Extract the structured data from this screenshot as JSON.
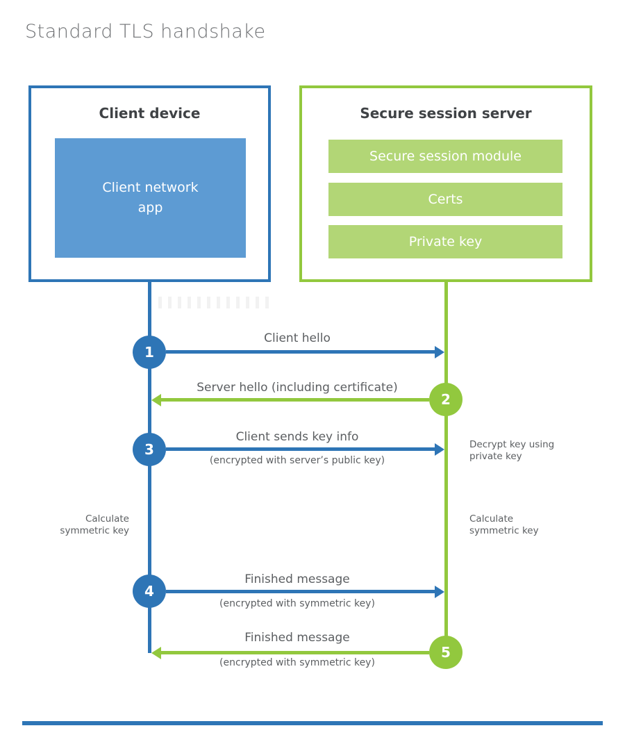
{
  "page": {
    "title": "Standard TLS handshake"
  },
  "colors": {
    "blue": "#2e75b6",
    "blue-fill": "#5d9bd3",
    "green": "#92c83e",
    "green-fill": "#b2d676",
    "text-dark": "#3f4245",
    "text-gray": "#5b5e61",
    "title-gray": "#6e7073"
  },
  "client": {
    "title": "Client device",
    "app": "Client network\napp"
  },
  "server": {
    "title": "Secure session server",
    "modules": [
      "Secure session module",
      "Certs",
      "Private key"
    ]
  },
  "steps": [
    {
      "num": "1",
      "label": "Client hello",
      "sub": "",
      "direction": "right",
      "color": "blue"
    },
    {
      "num": "2",
      "label": "Server hello (including certificate)",
      "sub": "",
      "direction": "left",
      "color": "green"
    },
    {
      "num": "3",
      "label": "Client sends key info",
      "sub": "(encrypted with server’s public key)",
      "direction": "right",
      "color": "blue"
    },
    {
      "num": "4",
      "label": "Finished message",
      "sub": "(encrypted with symmetric key)",
      "direction": "right",
      "color": "blue"
    },
    {
      "num": "5",
      "label": "Finished message",
      "sub": "(encrypted with symmetric key)",
      "direction": "left",
      "color": "green"
    }
  ],
  "annotations": {
    "decrypt_note": "Decrypt key using\nprivate key",
    "calc_left": "Calculate\nsymmetric key",
    "calc_right": "Calculate\nsymmetric key"
  }
}
